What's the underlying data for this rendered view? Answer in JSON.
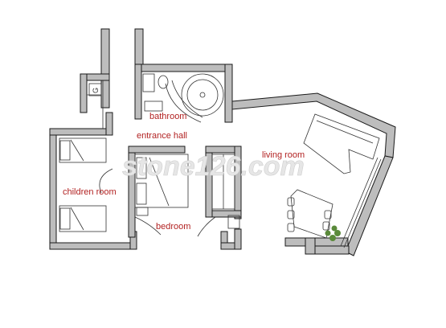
{
  "plan": {
    "rooms": {
      "bathroom": "bathroom",
      "entrance_hall": "entrance hall",
      "living_room": "living room",
      "children_room": "children room",
      "bedroom": "bedroom"
    },
    "watermark": "stone126.com",
    "toilet_glyph": "G"
  },
  "colors": {
    "wall": "#bdbdbd",
    "wall_outline": "#1a1a1a",
    "label": "#b22222",
    "line": "#333333",
    "watermark": "#e6e6e6",
    "plant": "#5a8a3a"
  }
}
